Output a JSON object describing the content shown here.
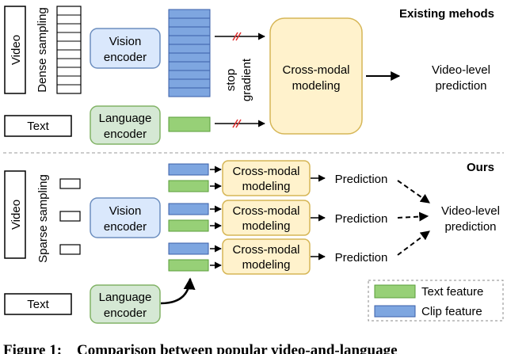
{
  "colors": {
    "vision_fill": "#dae8fc",
    "vision_stroke": "#6c8ebf",
    "language_fill": "#d5e8d4",
    "language_stroke": "#82b366",
    "crossmodal_fill": "#fff2cc",
    "crossmodal_stroke": "#d6b656",
    "clip_fill": "#7ea6e0",
    "clip_stroke": "#3a5fa8",
    "text_feat_fill": "#97d077",
    "text_feat_stroke": "#5a9e3a",
    "stop_mark": "#e03030"
  },
  "top": {
    "heading": "Existing mehods",
    "video": "Video",
    "sampling": "Dense sampling",
    "text": "Text",
    "vision_encoder": [
      "Vision",
      "encoder"
    ],
    "language_encoder": [
      "Language",
      "encoder"
    ],
    "stop_gradient": [
      "stop",
      "gradient"
    ],
    "cross_modal": [
      "Cross-modal",
      "modeling"
    ],
    "output": [
      "Video-level",
      "prediction"
    ]
  },
  "bottom": {
    "heading": "Ours",
    "video": "Video",
    "sampling": "Sparse sampling",
    "text": "Text",
    "vision_encoder": [
      "Vision",
      "encoder"
    ],
    "language_encoder": [
      "Language",
      "encoder"
    ],
    "cross_modal": [
      "Cross-modal",
      "modeling"
    ],
    "prediction": "Prediction",
    "output": [
      "Video-level",
      "prediction"
    ]
  },
  "legend": {
    "text_feature": "Text feature",
    "clip_feature": "Clip feature"
  },
  "caption": "Figure 1:    Comparison between popular video-and-language"
}
